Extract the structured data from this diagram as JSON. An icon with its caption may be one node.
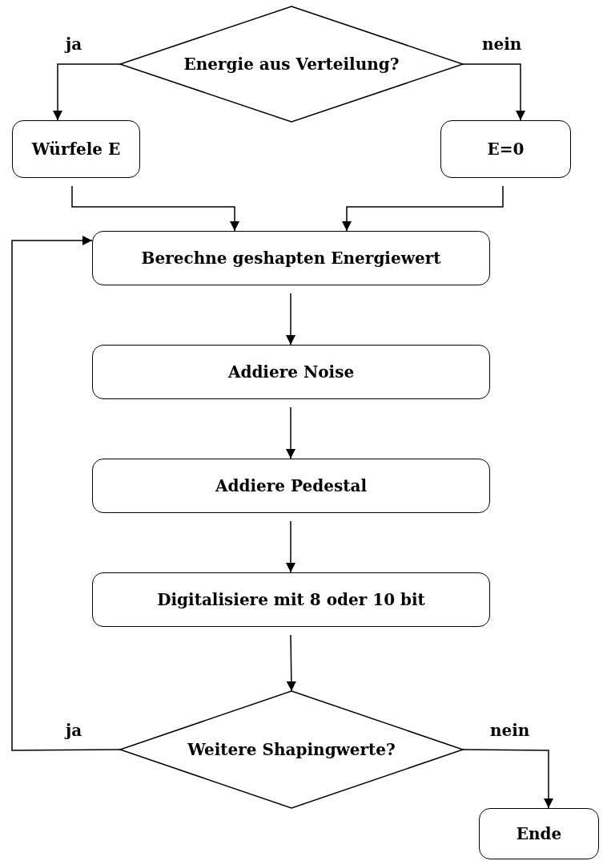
{
  "diagram": {
    "nodes": [
      {
        "text": [
          "Energie aus Verteilung?"
        ]
      },
      {
        "text": [
          "Würfele E"
        ]
      },
      {
        "text": [
          "E=0"
        ]
      },
      {
        "text": [
          "Berechne geshapten Energiewert"
        ]
      },
      {
        "text": [
          "Addiere Noise"
        ]
      },
      {
        "text": [
          "Addiere Pedestal"
        ]
      },
      {
        "text": [
          "Digitalisiere mit 8 oder 10 bit"
        ]
      },
      {
        "text": [
          "Weitere Shapingwerte?"
        ]
      },
      {
        "text": [
          "Ende"
        ]
      }
    ],
    "edges": [
      {
        "from": 0,
        "to": 1,
        "arrow": "to",
        "label": "ja"
      },
      {
        "from": 0,
        "to": 2,
        "arrow": "to",
        "label": "nein"
      },
      {
        "from": 1,
        "to": 3,
        "arrow": "to"
      },
      {
        "from": 2,
        "to": 3,
        "arrow": "to"
      },
      {
        "from": 3,
        "to": 4,
        "arrow": "to"
      },
      {
        "from": 4,
        "to": 5,
        "arrow": "to"
      },
      {
        "from": 5,
        "to": 6,
        "arrow": "to"
      },
      {
        "from": 6,
        "to": 7,
        "arrow": "to"
      },
      {
        "from": 7,
        "to": 3,
        "arrow": "to",
        "label": "ja"
      },
      {
        "from": 7,
        "to": 8,
        "arrow": "to",
        "label": "nein"
      }
    ]
  }
}
